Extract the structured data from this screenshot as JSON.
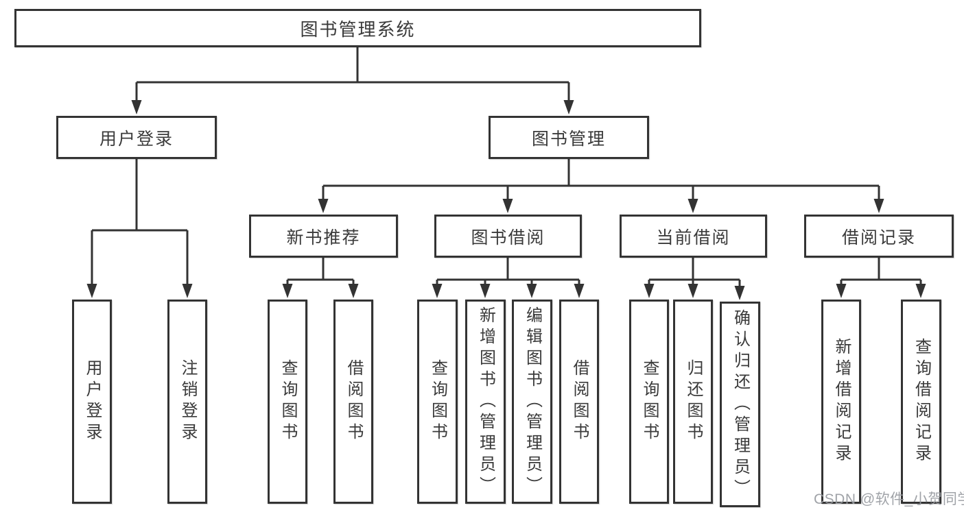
{
  "watermark": "CSDN @软件_小贺同学",
  "colors": {
    "line": "#333333",
    "box_border": "#333333",
    "text": "#3a3a3a",
    "watermark": "#96999e"
  },
  "tree": {
    "root": {
      "label": "图书管理系统"
    },
    "branches": [
      {
        "label": "用户登录",
        "leaves": [
          "用户登录",
          "注销登录"
        ]
      },
      {
        "label": "图书管理",
        "groups": [
          {
            "label": "新书推荐",
            "leaves": [
              "查询图书",
              "借阅图书"
            ]
          },
          {
            "label": "图书借阅",
            "leaves": [
              "查询图书",
              "新增图书（管理员）",
              "编辑图书（管理员）",
              "借阅图书"
            ]
          },
          {
            "label": "当前借阅",
            "leaves": [
              "查询图书",
              "归还图书",
              "确认归还（管理员）"
            ]
          },
          {
            "label": "借阅记录",
            "leaves": [
              "新增借阅记录",
              "查询借阅记录"
            ]
          }
        ]
      }
    ]
  }
}
